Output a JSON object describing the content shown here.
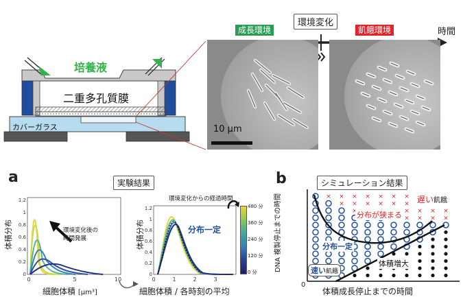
{
  "timeline": {
    "growth_label": "成長環境",
    "change_label": "環境変化",
    "starvation_label": "飢餓環境",
    "time_label": "時間",
    "colors": {
      "growth": "#2a9d57",
      "starvation": "#e2232a",
      "arrow": "#222222"
    }
  },
  "device": {
    "medium_label": "培養液",
    "membrane_label": "二重多孔質膜",
    "coverglass_label": "カバーガラス",
    "colors": {
      "medium_arrow": "#33b14a",
      "walls": "#1f4e9c",
      "glass": "#b7dcef"
    }
  },
  "micrographs": {
    "scale_label": "10 μm"
  },
  "panel_a": {
    "letter": "a",
    "title": "実験結果",
    "left_plot": {
      "ylabel": "体積分布",
      "xlabel": "細胞体積",
      "xunit": "[μm³]",
      "xticks": [
        "0",
        "5",
        "10"
      ],
      "yticks": [
        "0",
        "0.2",
        "0.4",
        "0.6",
        "0.8",
        "1",
        "1.2"
      ],
      "annotation_line1": "環境変化後の",
      "annotation_line2": "時間発展"
    },
    "right_plot": {
      "ylabel": "体積分布",
      "xlabel": "細胞体積 / 各時刻の平均",
      "xticks": [
        "0",
        "1",
        "2",
        "3"
      ],
      "yticks": [
        "0",
        "0.2",
        "0.4",
        "0.6",
        "0.8",
        "1",
        "1.2"
      ],
      "annotation": "分布一定",
      "colorbar_title": "環境変化からの経過時間",
      "colorbar_ticks": [
        "480 分",
        "360 分",
        "240 分",
        "120 分",
        "0 分"
      ]
    }
  },
  "panel_b": {
    "letter": "b",
    "title": "シミュレーション結果",
    "ylabel": "DNA 複製停止までの時間",
    "xlabel": "体積成長停止までの時間",
    "origin_label": "0",
    "label_slow_prefix": "遅い",
    "label_slow_suffix": "飢餓",
    "label_fast_prefix": "速い",
    "label_fast_suffix": "飢餓",
    "label_narrow": "分布が狭まる",
    "label_constant": "分布一定",
    "label_volume_increase": "体積増大",
    "colors": {
      "narrow": "#e2232a",
      "constant": "#1f4e9c",
      "increase": "#111111"
    }
  }
}
